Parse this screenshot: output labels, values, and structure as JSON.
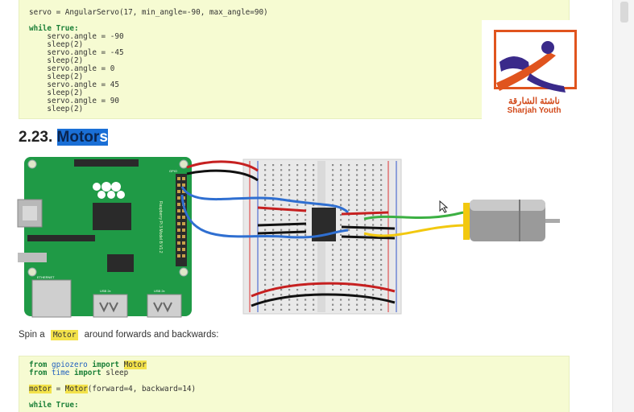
{
  "code_top": {
    "line1": "servo = AngularServo(17, min_angle=-90, max_angle=90)",
    "while": "while True:",
    "body": [
      "    servo.angle = -90",
      "    sleep(2)",
      "    servo.angle = -45",
      "    sleep(2)",
      "    servo.angle = 0",
      "    sleep(2)",
      "    servo.angle = 45",
      "    sleep(2)",
      "    servo.angle = 90",
      "    sleep(2)"
    ]
  },
  "logo": {
    "arabic": "ناشئة الشارقة",
    "english": "Sharjah Youth",
    "color": "#e0541e"
  },
  "heading": {
    "number": "2.23.",
    "title_main": "Motor",
    "title_tail": "s"
  },
  "figure": {
    "ethernet_label": "ETHERNET",
    "usb_label_1": "USB 2x",
    "usb_label_2": "USB 2x",
    "board_text": "Raspberry Pi 3 Model B V1.2",
    "gpio_label": "GPIO"
  },
  "paragraph": {
    "before": "Spin a ",
    "code": "Motor",
    "after": " around forwards and backwards:"
  },
  "code_bottom": {
    "l1_kw1": "from",
    "l1_mod": "gpiozero",
    "l1_kw2": "import",
    "l1_hl": "Motor",
    "l2_kw1": "from",
    "l2_mod": "time",
    "l2_kw2": "import",
    "l2_rest": "sleep",
    "l3_hl1": "motor",
    "l3_eq": " = ",
    "l3_hl2": "Motor",
    "l3_rest": "(forward=4, backward=14)",
    "l4_kw": "while True:"
  }
}
